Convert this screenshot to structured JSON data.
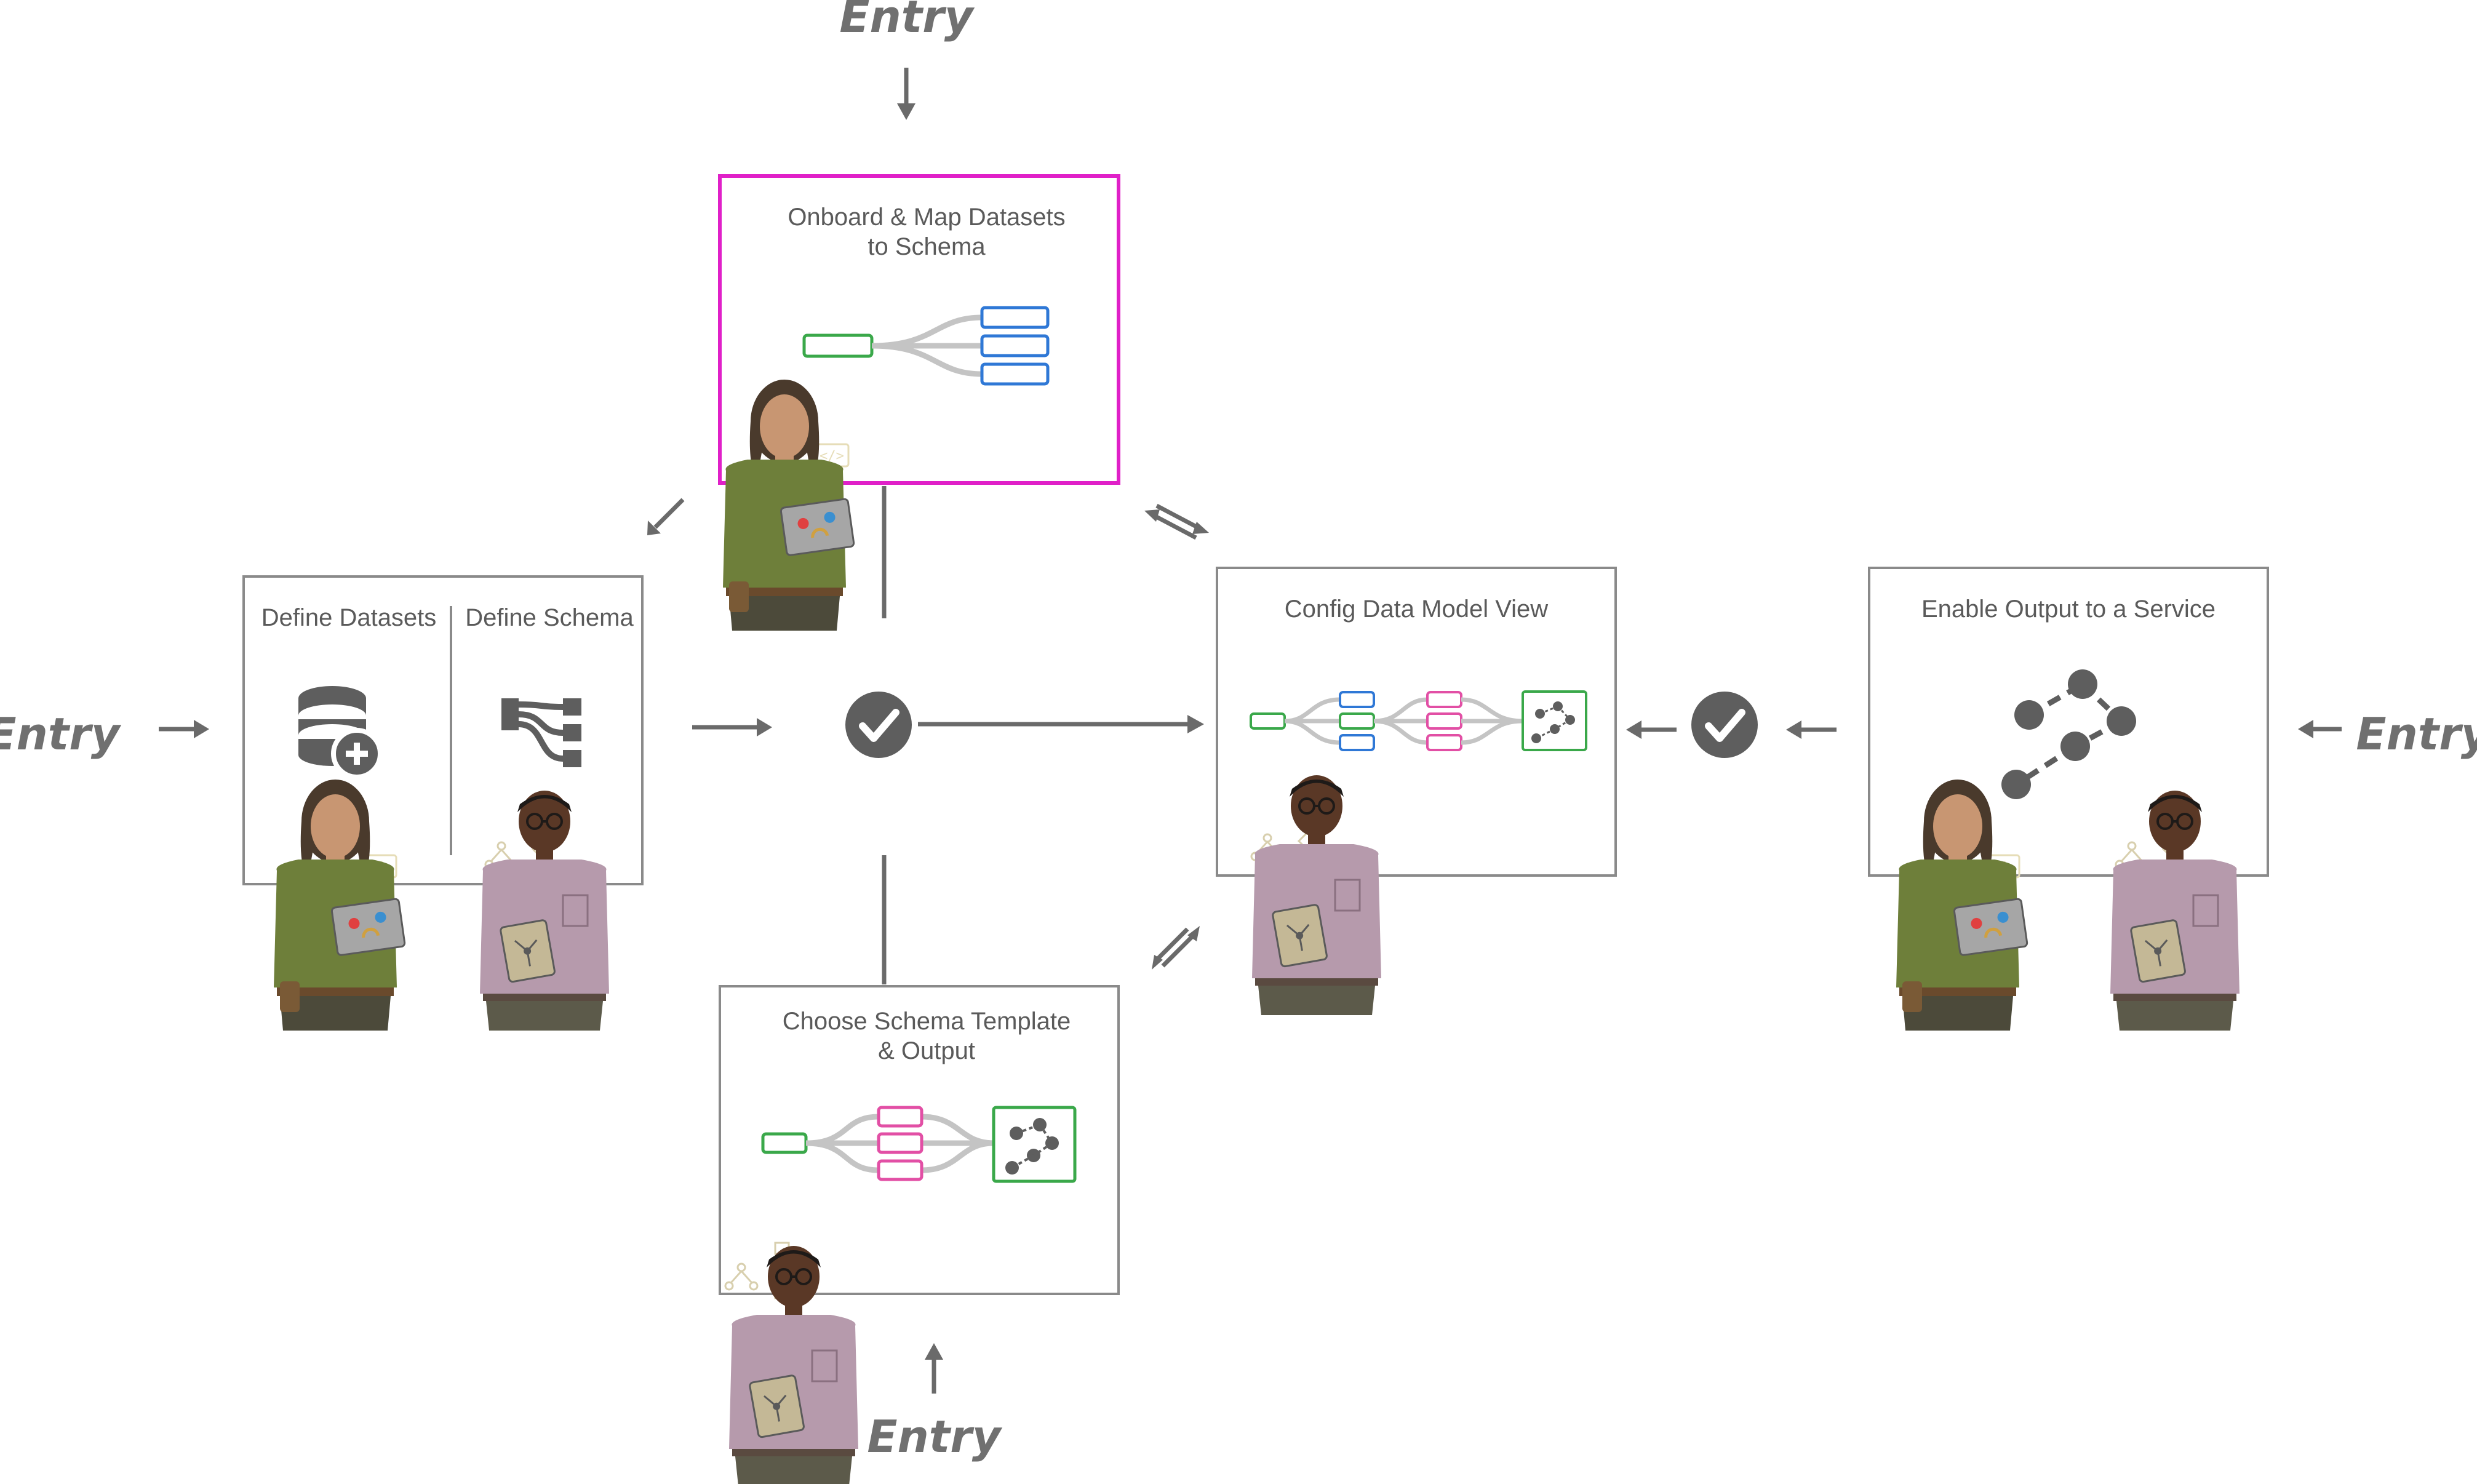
{
  "entries": {
    "top": "Entry",
    "left": "Entry",
    "right": "Entry",
    "bottom": "Entry"
  },
  "steps": {
    "onboard": {
      "label_line1": "Onboard & Map Datasets",
      "label_line2": "to Schema",
      "selected": true
    },
    "define_datasets": {
      "label": "Define Datasets"
    },
    "define_schema": {
      "label": "Define Schema"
    },
    "choose_template": {
      "label_line1": "Choose Schema Template",
      "label_line2": "& Output"
    },
    "config_view": {
      "label": "Config Data Model View"
    },
    "enable_output": {
      "label": "Enable Output to a Service"
    }
  },
  "colors": {
    "selected_border": "#e020c8",
    "dataset_green": "#3aa84a",
    "schema_blue": "#2f78d6",
    "template_pink": "#e24fa5",
    "connector_gray": "#c4c4c4",
    "checkpoint_gray": "#5e5e5e"
  },
  "icons": [
    "database-add-icon",
    "schema-tree-icon",
    "graph-nodes-icon",
    "checkmark-icon",
    "developer-avatar",
    "analyst-avatar"
  ]
}
